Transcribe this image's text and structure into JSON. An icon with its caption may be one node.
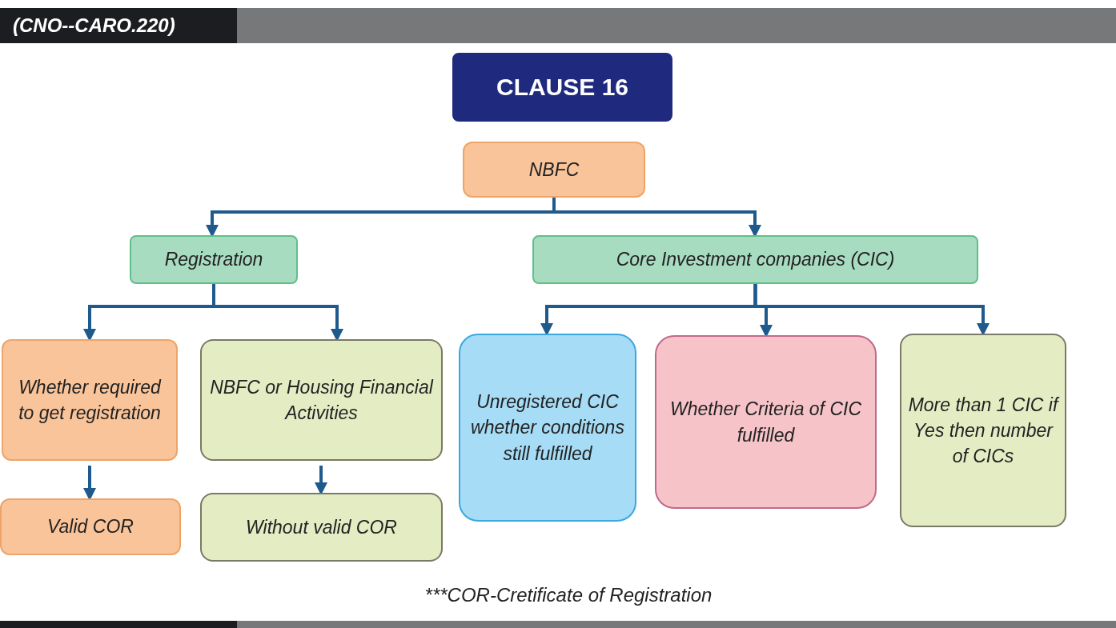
{
  "diagram": {
    "nodes": [
      {
        "text": [
          "CLAUSE 16"
        ]
      },
      {
        "text": [
          "NBFC"
        ]
      },
      {
        "text": [
          "Registration"
        ]
      },
      {
        "text": [
          "Core Investment companies (CIC)"
        ]
      },
      {
        "text": [
          "Whether required to get registration"
        ]
      },
      {
        "text": [
          "NBFC or Housing Financial Activities"
        ]
      },
      {
        "text": [
          "Valid COR"
        ]
      },
      {
        "text": [
          "Without valid COR"
        ]
      },
      {
        "text": [
          "Unregistered CIC whether conditions still fulfilled"
        ]
      },
      {
        "text": [
          "Whether Criteria of CIC fulfilled"
        ]
      },
      {
        "text": [
          "More than 1 CIC if Yes then number of CICs"
        ]
      }
    ],
    "edges": [
      {
        "from": 1,
        "to": 2,
        "arrow": "to"
      },
      {
        "from": 1,
        "to": 3,
        "arrow": "to"
      },
      {
        "from": 2,
        "to": 4,
        "arrow": "to"
      },
      {
        "from": 2,
        "to": 5,
        "arrow": "to"
      },
      {
        "from": 4,
        "to": 6,
        "arrow": "to"
      },
      {
        "from": 5,
        "to": 7,
        "arrow": "to"
      },
      {
        "from": 3,
        "to": 8,
        "arrow": "to"
      },
      {
        "from": 3,
        "to": 9,
        "arrow": "to"
      },
      {
        "from": 3,
        "to": 10,
        "arrow": "to"
      }
    ],
    "labels": [
      "(CNO--CARO.220)",
      "***COR-Cretificate of Registration"
    ]
  }
}
